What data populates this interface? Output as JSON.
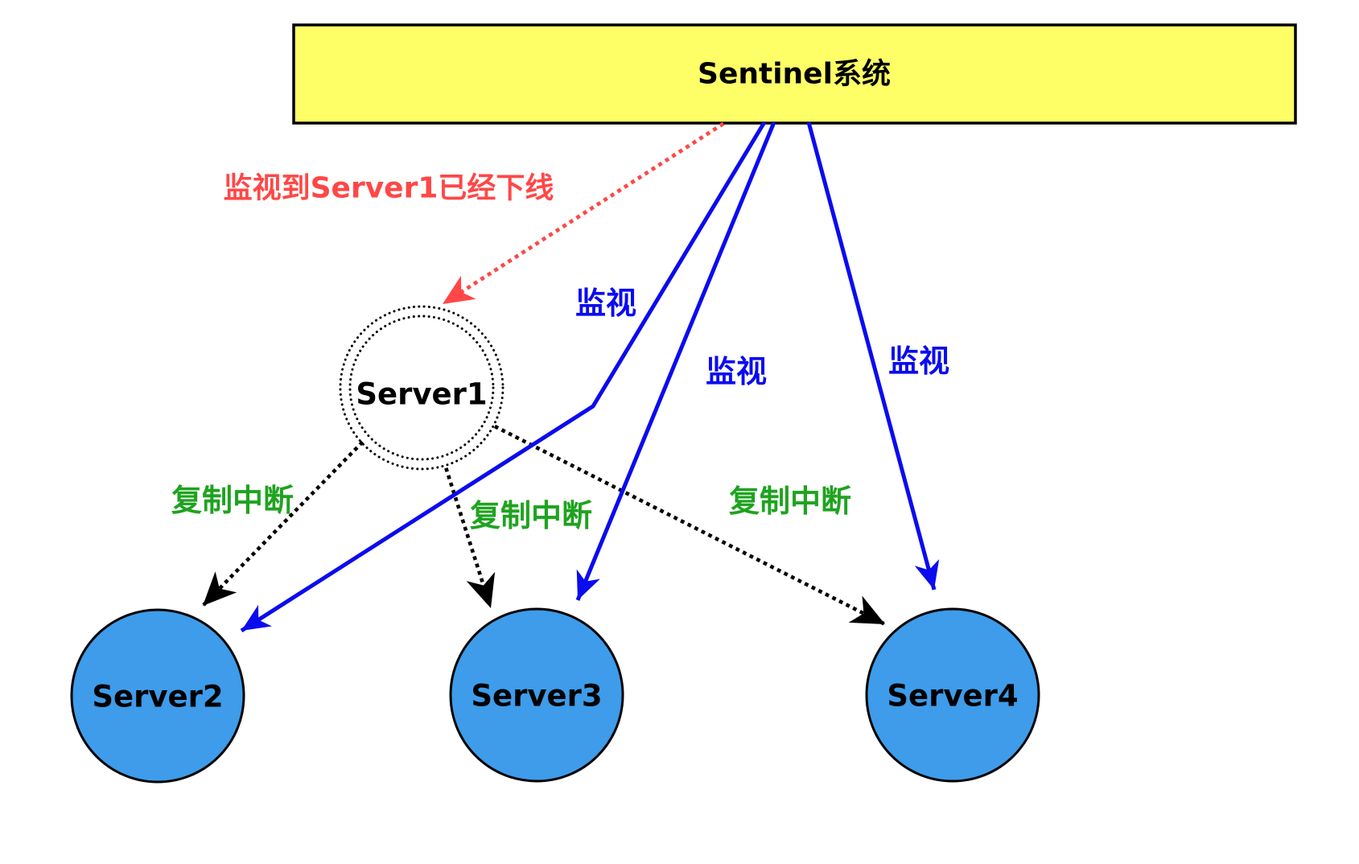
{
  "title": {
    "text": "Sentinel系统"
  },
  "nodes": {
    "server1": {
      "label": "Server1"
    },
    "server2": {
      "label": "Server2"
    },
    "server3": {
      "label": "Server3"
    },
    "server4": {
      "label": "Server4"
    }
  },
  "labels": {
    "offline_notice": "监视到Server1已经下线",
    "monitor_server2": "监视",
    "monitor_server3": "监视",
    "monitor_server4": "监视",
    "replication_break_server2": "复制中断",
    "replication_break_server3": "复制中断",
    "replication_break_server4": "复制中断"
  },
  "colors": {
    "sentinel_fill": "#FEFF66",
    "node_fill": "#3E9CEA",
    "outline": "#000000",
    "monitor_blue": "#0B0BEF",
    "offline_red": "#FF4747",
    "replication_green": "#1FA31F",
    "broken_link_black": "#000000"
  }
}
